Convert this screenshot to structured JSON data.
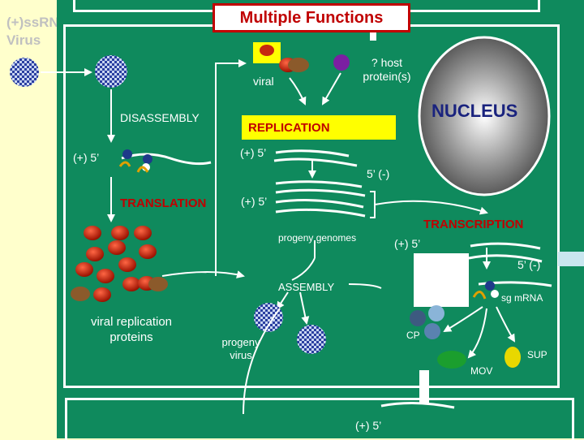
{
  "title": "Multiple Functions",
  "side_label": "(+)ssRNA Virus",
  "labels": {
    "viral": "viral",
    "host": "? host protein(s)",
    "nucleus": "NUCLEUS",
    "disassembly": "DISASSEMBLY",
    "replication": "REPLICATION",
    "plus5_a": "(+) 5’",
    "plus5_b": "(+) 5’",
    "minus5_a": "5’ (-)",
    "translation": "TRANSLATION",
    "plus5_c": "(+) 5’",
    "progeny_genomes": "progeny genomes",
    "transcription": "TRANSCRIPTION",
    "plus5_d": "(+) 5’",
    "minus5_b": "5’ (-)",
    "assembly": "ASSEMBLY",
    "sg_mrna": "sg mRNA",
    "viral_replication_proteins": "viral replication proteins",
    "progeny_virus": "progeny virus",
    "cp": "CP",
    "mov": "MOV",
    "sup": "SUP",
    "plus5_e": "(+) 5’"
  },
  "colors": {
    "cytoplasm": "#0f8a5d",
    "membrane": "#ffffff",
    "title_red": "#c00000",
    "replication_bg": "#ffff00",
    "protein_red": "#cc2200",
    "nucleus": "#7a7a7a"
  }
}
